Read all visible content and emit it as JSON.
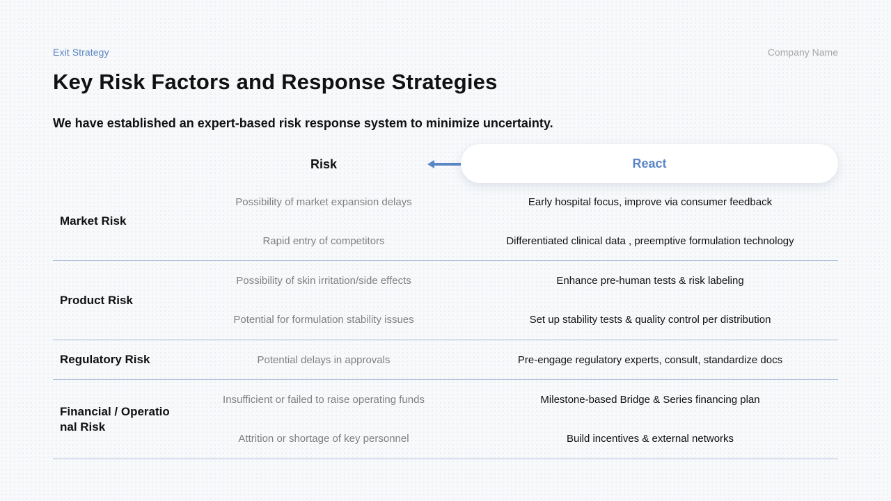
{
  "header": {
    "section": "Exit Strategy",
    "company": "Company Name"
  },
  "title": "Key Risk Factors and Response Strategies",
  "subtitle": "We have established an expert-based risk response system to minimize uncertainty.",
  "columns": {
    "risk": "Risk",
    "react": "React"
  },
  "colors": {
    "accent": "#5b86c4",
    "divider": "#a9bcd8",
    "muted_text": "#808080"
  },
  "groups": [
    {
      "name": "Market Risk",
      "rows": [
        {
          "risk": "Possibility of market expansion delays",
          "react": "Early hospital focus, improve via consumer feedback"
        },
        {
          "risk": "Rapid entry of competitors",
          "react": "Differentiated clinical data , preemptive formulation technology"
        }
      ]
    },
    {
      "name": "Product Risk",
      "rows": [
        {
          "risk": "Possibility of skin irritation/side effects",
          "react": "Enhance pre-human tests & risk labeling"
        },
        {
          "risk": "Potential for formulation stability issues",
          "react": "Set up stability tests & quality control per distribution"
        }
      ]
    },
    {
      "name": "Regulatory Risk",
      "rows": [
        {
          "risk": "Potential delays in approvals",
          "react": "Pre-engage regulatory experts, consult, standardize docs"
        }
      ]
    },
    {
      "name": "Financial / Operatio nal Risk",
      "rows": [
        {
          "risk": "Insufficient or failed to raise operating funds",
          "react": "Milestone-based Bridge & Series financing plan"
        },
        {
          "risk": "Attrition or shortage of key personnel",
          "react": "Build incentives & external networks"
        }
      ]
    }
  ]
}
